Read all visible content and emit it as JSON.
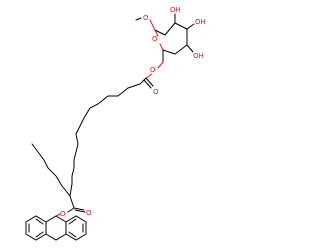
{
  "structure": {
    "type": "skeletal-formula",
    "atom_labels": {
      "ring_oxygen": "O",
      "methoxy_oxygen": "O",
      "oh_1": "OH",
      "oh_2": "OH",
      "oh_3": "OH",
      "ester_link_oxygen": "O",
      "ester_carbonyl_oxygen": "O",
      "aryl_ester_oxygen": "O",
      "aryl_carbonyl_oxygen": "O"
    },
    "colors": {
      "bond": "#000000",
      "heteroatom": "#ff0d0d"
    }
  }
}
